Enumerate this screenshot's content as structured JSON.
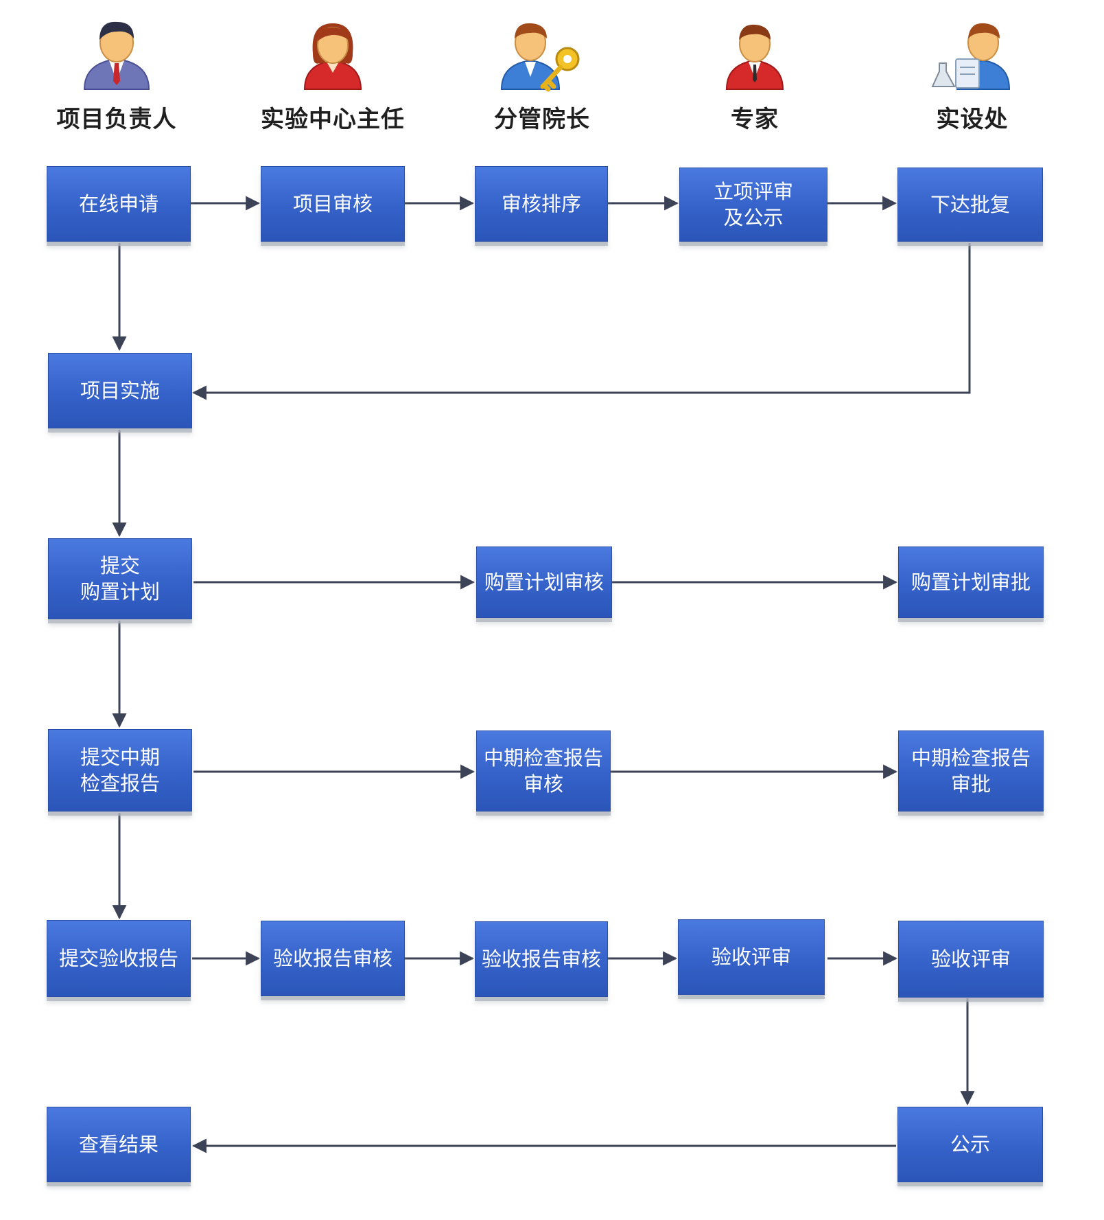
{
  "colors": {
    "node_fill": "#3a67d1",
    "arrow": "#3c4356",
    "title_text": "#1f1f1f"
  },
  "roles": [
    {
      "label": "项目负责人",
      "icon": "manager-avatar-icon"
    },
    {
      "label": "实验中心主任",
      "icon": "woman-avatar-icon"
    },
    {
      "label": "分管院长",
      "icon": "key-holder-avatar-icon"
    },
    {
      "label": "专家",
      "icon": "expert-avatar-icon"
    },
    {
      "label": "实设处",
      "icon": "lab-staff-avatar-icon"
    }
  ],
  "nodes": {
    "n1": "在线申请",
    "n2": "项目审核",
    "n3": "审核排序",
    "n4": "立项评审\n及公示",
    "n5": "下达批复",
    "n6": "项目实施",
    "n7": "提交\n购置计划",
    "n8": "购置计划审核",
    "n9": "购置计划审批",
    "n10": "提交中期\n检查报告",
    "n11": "中期检查报告\n审核",
    "n12": "中期检查报告\n审批",
    "n13": "提交验收报告",
    "n14": "验收报告审核",
    "n15": "验收报告审核",
    "n16": "验收评审",
    "n17": "验收评审",
    "n18": "公示",
    "n19": "查看结果"
  }
}
